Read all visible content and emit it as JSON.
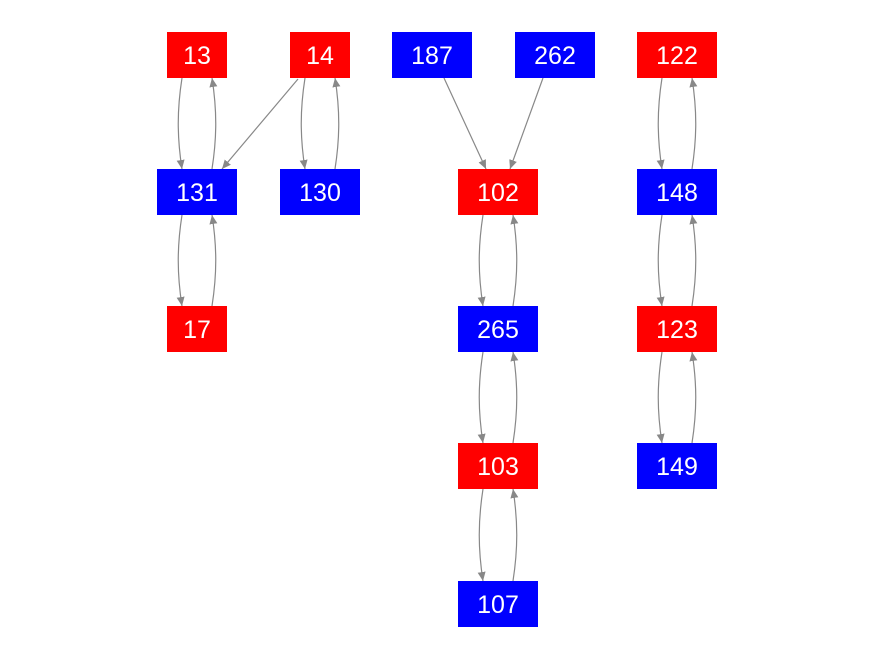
{
  "colors": {
    "red": "#ff0000",
    "blue": "#0000ff",
    "edge": "#888888",
    "background": "#ffffff"
  },
  "nodes": [
    {
      "id": "13",
      "label": "13",
      "color": "red"
    },
    {
      "id": "14",
      "label": "14",
      "color": "red"
    },
    {
      "id": "187",
      "label": "187",
      "color": "blue"
    },
    {
      "id": "262",
      "label": "262",
      "color": "blue"
    },
    {
      "id": "122",
      "label": "122",
      "color": "red"
    },
    {
      "id": "131",
      "label": "131",
      "color": "blue"
    },
    {
      "id": "130",
      "label": "130",
      "color": "blue"
    },
    {
      "id": "102",
      "label": "102",
      "color": "red"
    },
    {
      "id": "148",
      "label": "148",
      "color": "blue"
    },
    {
      "id": "17",
      "label": "17",
      "color": "red"
    },
    {
      "id": "265",
      "label": "265",
      "color": "blue"
    },
    {
      "id": "123",
      "label": "123",
      "color": "red"
    },
    {
      "id": "103",
      "label": "103",
      "color": "red"
    },
    {
      "id": "149",
      "label": "149",
      "color": "blue"
    },
    {
      "id": "107",
      "label": "107",
      "color": "blue"
    }
  ],
  "edges": [
    {
      "from": "13",
      "to": "131"
    },
    {
      "from": "131",
      "to": "13"
    },
    {
      "from": "14",
      "to": "131"
    },
    {
      "from": "14",
      "to": "130"
    },
    {
      "from": "130",
      "to": "14"
    },
    {
      "from": "131",
      "to": "17"
    },
    {
      "from": "17",
      "to": "131"
    },
    {
      "from": "187",
      "to": "102"
    },
    {
      "from": "262",
      "to": "102"
    },
    {
      "from": "102",
      "to": "265"
    },
    {
      "from": "265",
      "to": "102"
    },
    {
      "from": "265",
      "to": "103"
    },
    {
      "from": "103",
      "to": "265"
    },
    {
      "from": "103",
      "to": "107"
    },
    {
      "from": "107",
      "to": "103"
    },
    {
      "from": "122",
      "to": "148"
    },
    {
      "from": "148",
      "to": "122"
    },
    {
      "from": "148",
      "to": "123"
    },
    {
      "from": "123",
      "to": "148"
    },
    {
      "from": "123",
      "to": "149"
    },
    {
      "from": "149",
      "to": "123"
    }
  ]
}
